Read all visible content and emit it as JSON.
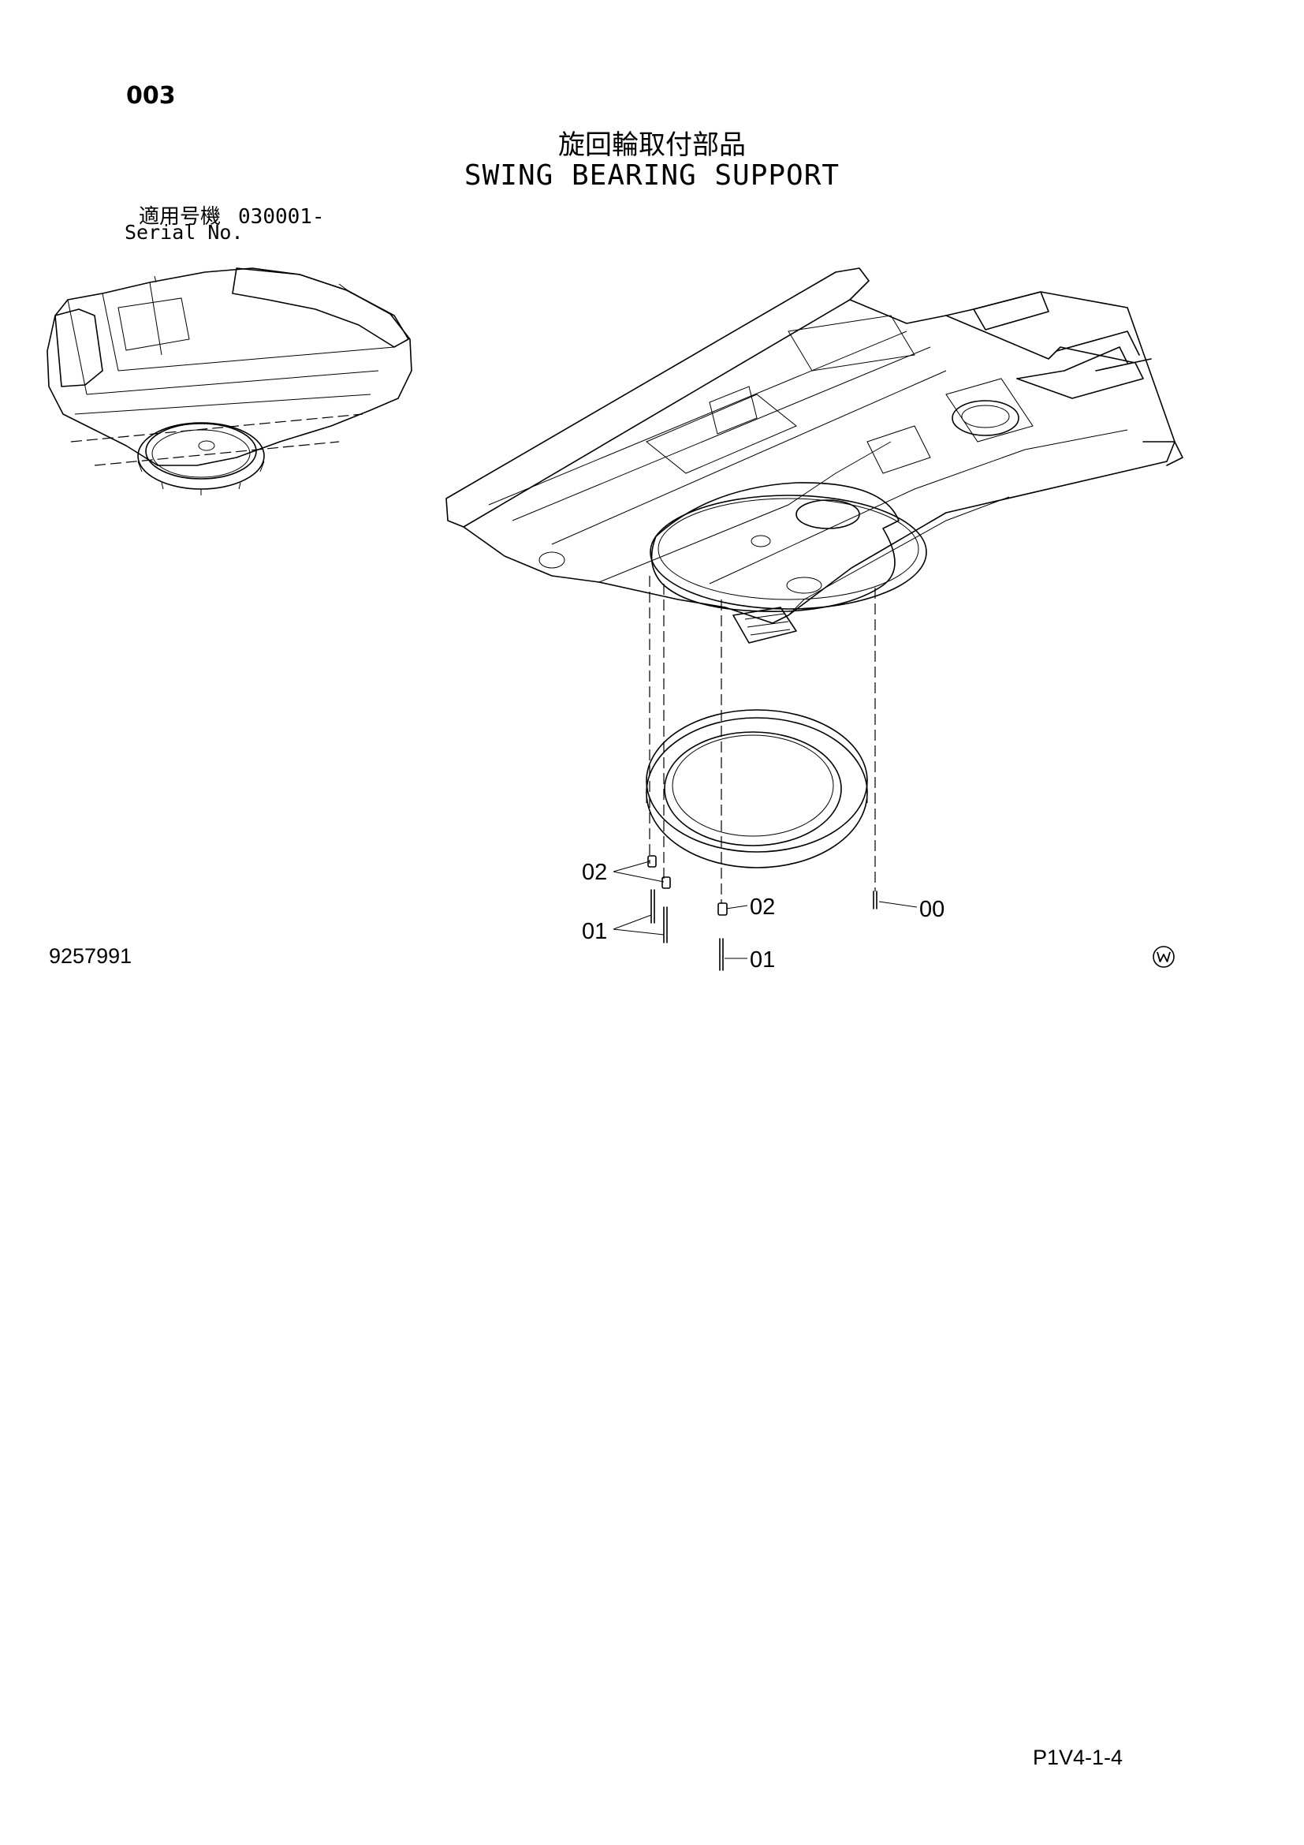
{
  "header": {
    "section_number": "003",
    "title_jp": "旋回輪取付部品",
    "title_en": "SWING BEARING SUPPORT",
    "serial_label_jp": "適用号機",
    "serial_value": "030001-",
    "serial_label_en": "Serial No."
  },
  "callouts": {
    "c1": "02",
    "c2": "01",
    "c3": "02",
    "c4": "01",
    "c5": "00"
  },
  "footer": {
    "drawing_number": "9257991",
    "watermark_icon": "circled-w-icon",
    "page_code": "P1V4-1-4"
  }
}
